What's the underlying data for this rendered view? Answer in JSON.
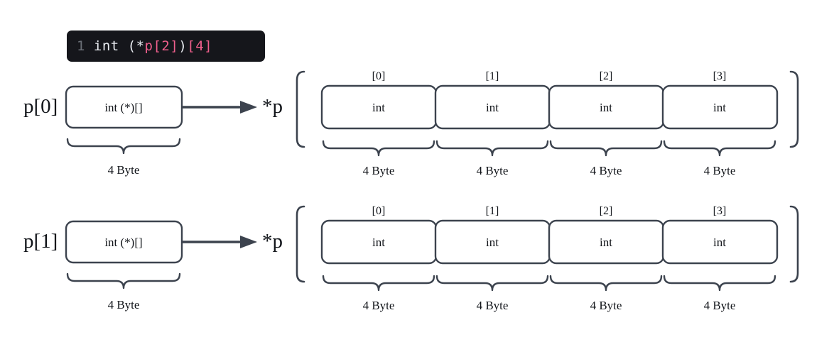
{
  "code": {
    "line_number": "1",
    "segments": [
      {
        "text": "int (*",
        "kind": "plain"
      },
      {
        "text": "p[2]",
        "kind": "pink"
      },
      {
        "text": ")",
        "kind": "plain"
      },
      {
        "text": "[4]",
        "kind": "pink"
      }
    ],
    "full_text": "1 int (*p[2])[4]",
    "background": "#15161b",
    "plain_color": "#e9ecf1",
    "accent_color": "#ef5f8c",
    "lineno_color": "#6b7078"
  },
  "diagram": {
    "stroke_color": "#3c434e",
    "text_color": "#12151a",
    "rows": [
      {
        "pointer_label": "p[0]",
        "box_text": "int (*)[]",
        "box_size_label": "4 Byte",
        "deref_label": "*p",
        "cells": [
          {
            "index_label": "[0]",
            "type_text": "int",
            "size_label": "4 Byte"
          },
          {
            "index_label": "[1]",
            "type_text": "int",
            "size_label": "4 Byte"
          },
          {
            "index_label": "[2]",
            "type_text": "int",
            "size_label": "4 Byte"
          },
          {
            "index_label": "[3]",
            "type_text": "int",
            "size_label": "4 Byte"
          }
        ]
      },
      {
        "pointer_label": "p[1]",
        "box_text": "int (*)[]",
        "box_size_label": "4 Byte",
        "deref_label": "*p",
        "cells": [
          {
            "index_label": "[0]",
            "type_text": "int",
            "size_label": "4 Byte"
          },
          {
            "index_label": "[1]",
            "type_text": "int",
            "size_label": "4 Byte"
          },
          {
            "index_label": "[2]",
            "type_text": "int",
            "size_label": "4 Byte"
          },
          {
            "index_label": "[3]",
            "type_text": "int",
            "size_label": "4 Byte"
          }
        ]
      }
    ]
  }
}
